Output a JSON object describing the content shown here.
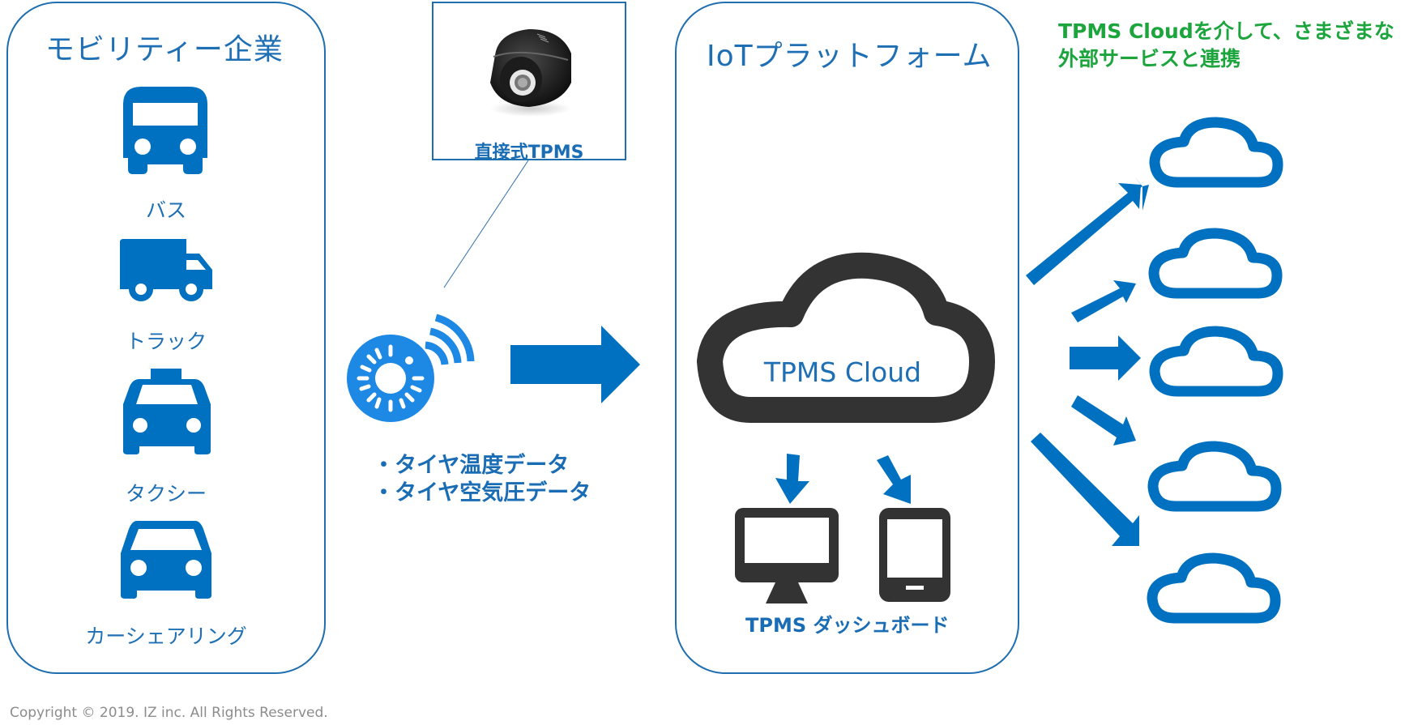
{
  "colors": {
    "primary_blue": "#0070c0",
    "panel_border": "#1f6fb0",
    "dark_icon": "#333333",
    "sensor_blue": "#1e88e5",
    "green_text": "#1ba53c",
    "copyright_gray": "#8c8c8c"
  },
  "mobility_panel": {
    "title": "モビリティー企業",
    "items": [
      {
        "label": "バス",
        "icon": "bus-icon"
      },
      {
        "label": "トラック",
        "icon": "truck-icon"
      },
      {
        "label": "タクシー",
        "icon": "taxi-icon"
      },
      {
        "label": "カーシェアリング",
        "icon": "car-icon"
      }
    ]
  },
  "sensor": {
    "photo_caption": "直接式TPMS",
    "icon": "tire-sensor-icon",
    "data_items": [
      "・タイヤ温度データ",
      "・タイヤ空気圧データ"
    ]
  },
  "iot_panel": {
    "title": "IoTプラットフォーム",
    "cloud_label": "TPMS Cloud",
    "dashboard_label": "TPMS ダッシュボード",
    "devices": [
      "monitor-icon",
      "tablet-icon"
    ]
  },
  "external": {
    "caption_line1": "TPMS Cloudを介して、さまざまな",
    "caption_line2": "外部サービスと連携",
    "service_count": 5
  },
  "footer": {
    "copyright": "Copyright © 2019. IZ inc. All Rights Reserved."
  }
}
